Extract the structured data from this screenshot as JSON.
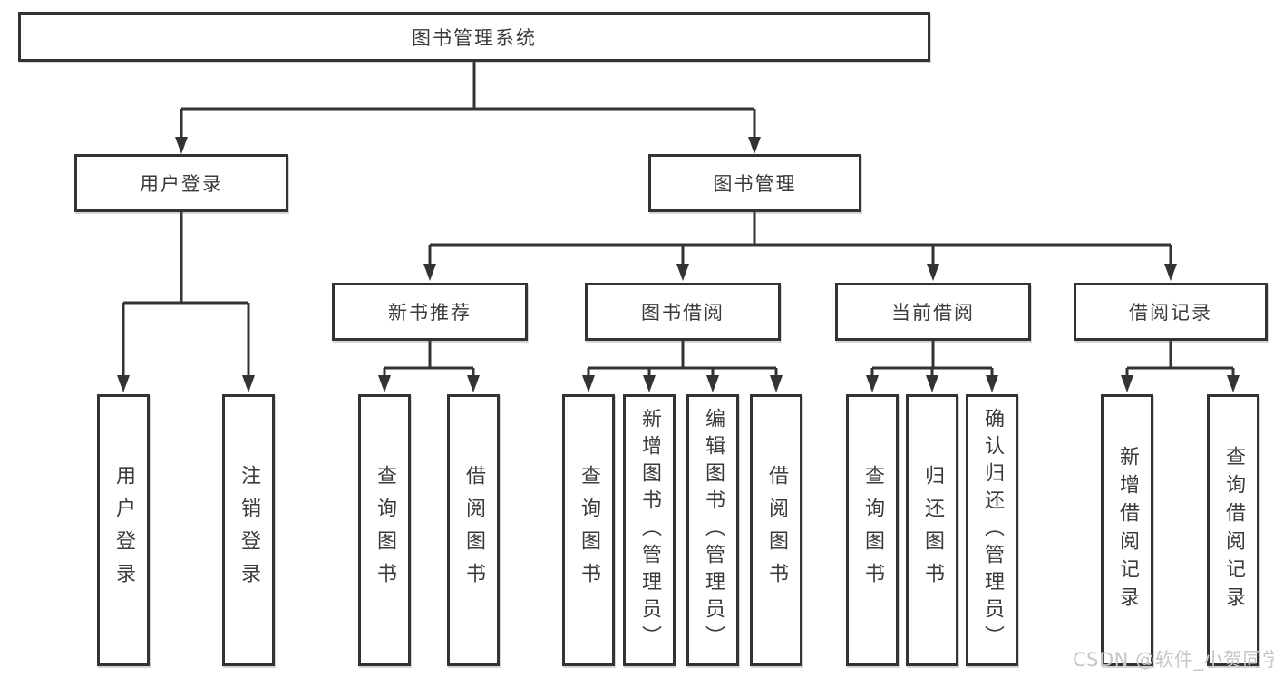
{
  "watermark": "CSDN @软件_小贺同学",
  "colors": {
    "line": "#333333",
    "box_border": "#333333",
    "text": "#3b3b3b",
    "watermark": "#c7c7c7",
    "background": "#ffffff"
  },
  "tree": {
    "root": {
      "label": "图书管理系统",
      "children": [
        {
          "label": "用户登录",
          "children": [
            {
              "label": "用户登录"
            },
            {
              "label": "注销登录"
            }
          ]
        },
        {
          "label": "图书管理",
          "children": [
            {
              "label": "新书推荐",
              "children": [
                {
                  "label": "查询图书"
                },
                {
                  "label": "借阅图书"
                }
              ]
            },
            {
              "label": "图书借阅",
              "children": [
                {
                  "label": "查询图书"
                },
                {
                  "label": "新增图书（管理员）"
                },
                {
                  "label": "编辑图书（管理员）"
                },
                {
                  "label": "借阅图书"
                }
              ]
            },
            {
              "label": "当前借阅",
              "children": [
                {
                  "label": "查询图书"
                },
                {
                  "label": "归还图书"
                },
                {
                  "label": "确认归还（管理员）"
                }
              ]
            },
            {
              "label": "借阅记录",
              "children": [
                {
                  "label": "新增借阅记录"
                },
                {
                  "label": "查询借阅记录"
                }
              ]
            }
          ]
        }
      ]
    }
  }
}
